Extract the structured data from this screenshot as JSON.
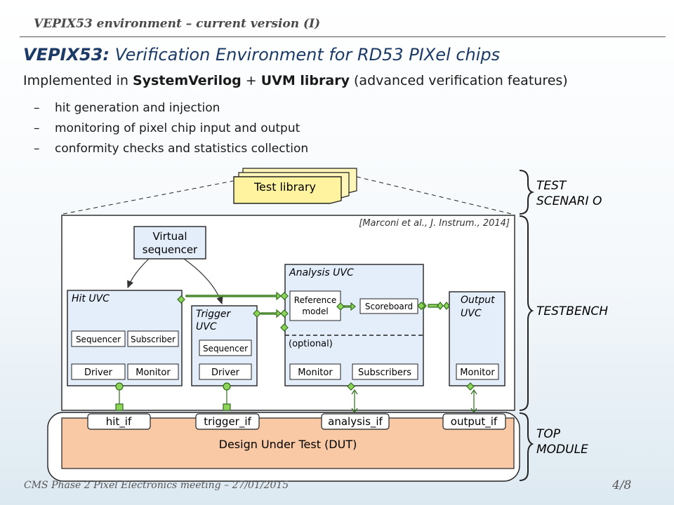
{
  "header": "VEPIX53 environment – current version (I)",
  "title": {
    "bold": "VEPIX53:",
    "rest": " Verification Environment for RD53 PIXel chips"
  },
  "subtitle": {
    "pre": "Implemented in ",
    "b1": "SystemVerilog",
    "mid": " + ",
    "b2": "UVM library",
    "post": " (advanced verification features)"
  },
  "bullets": [
    "hit generation and injection",
    "monitoring of pixel chip input and output",
    "conformity checks and statistics collection"
  ],
  "diagram": {
    "test_library": "Test library",
    "citation": "[Marconi et al., J. Instrum., 2014]",
    "virtual_sequencer": [
      "Virtual",
      "sequencer"
    ],
    "hit_uvc": "Hit UVC",
    "trigger_uvc": [
      "Trigger",
      "UVC"
    ],
    "analysis_uvc": "Analysis UVC",
    "output_uvc": [
      "Output",
      "UVC"
    ],
    "sequencer": "Sequencer",
    "subscriber": "Subscriber",
    "driver": "Driver",
    "monitor": "Monitor",
    "reference_model": [
      "Reference",
      "model"
    ],
    "scoreboard": "Scoreboard",
    "optional": "(optional)",
    "subscribers": "Subscribers",
    "interfaces": {
      "hit": "hit_if",
      "trigger": "trigger_if",
      "analysis": "analysis_if",
      "output": "output_if"
    },
    "dut": "Design Under Test (DUT)",
    "side_labels": {
      "test_scenario": [
        "TEST",
        "SCENARI O"
      ],
      "testbench": "TESTBENCH",
      "top_module": [
        "TOP",
        "MODULE"
      ]
    }
  },
  "colors": {
    "title": "#1c3a66",
    "uvc_fill": "#e3eefa",
    "dut_fill": "#f9c9a6",
    "connector": "#8fd45a",
    "test_lib": "#fff4a8"
  },
  "footer": {
    "left": "CMS Phase 2 Pixel Electronics meeting – 27/01/2015",
    "right": "4/8"
  }
}
